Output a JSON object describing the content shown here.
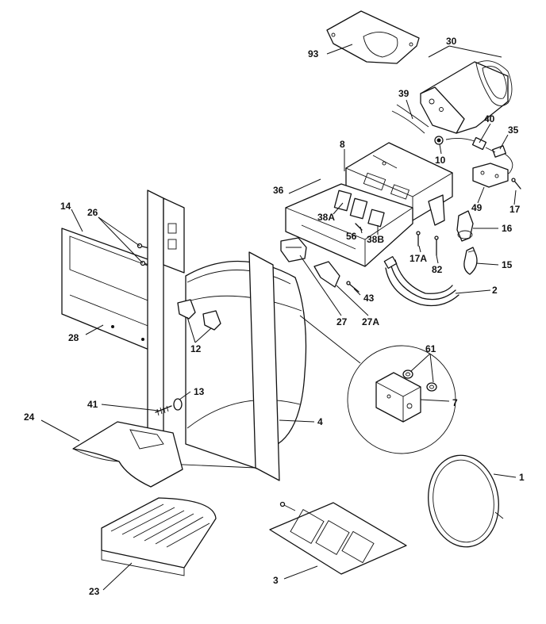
{
  "callouts": {
    "c93": "93",
    "c30": "30",
    "c39": "39",
    "c40": "40",
    "c35": "35",
    "c10": "10",
    "c8": "8",
    "c36": "36",
    "c38a": "38A",
    "c56": "56",
    "c38b": "38B",
    "c49": "49",
    "c17": "17",
    "c16": "16",
    "c17a": "17A",
    "c82": "82",
    "c15": "15",
    "c2": "2",
    "c43": "43",
    "c27": "27",
    "c27a": "27A",
    "c14": "14",
    "c26": "26",
    "c28": "28",
    "c12": "12",
    "c61": "61",
    "c7": "7",
    "c13": "13",
    "c41": "41",
    "c24": "24",
    "c4": "4",
    "c1": "1",
    "c23": "23",
    "c3": "3"
  }
}
